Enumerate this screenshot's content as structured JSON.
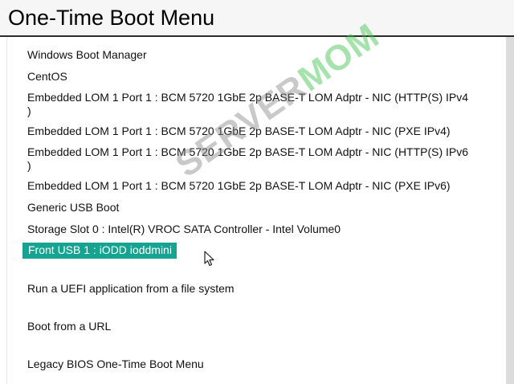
{
  "page": {
    "title": "One-Time Boot Menu"
  },
  "menu": {
    "items": [
      {
        "lines": [
          "Windows Boot Manager"
        ]
      },
      {
        "lines": [
          "CentOS"
        ]
      },
      {
        "lines": [
          "Embedded LOM 1 Port 1 : BCM 5720 1GbE 2p BASE-T LOM Adptr - NIC (HTTP(S) IPv4",
          ")"
        ]
      },
      {
        "lines": [
          "Embedded LOM 1 Port 1 : BCM 5720 1GbE 2p BASE-T LOM Adptr - NIC (PXE IPv4)"
        ]
      },
      {
        "lines": [
          "Embedded LOM 1 Port 1 : BCM 5720 1GbE 2p BASE-T LOM Adptr - NIC (HTTP(S) IPv6",
          ")"
        ]
      },
      {
        "lines": [
          "Embedded LOM 1 Port 1 : BCM 5720 1GbE 2p BASE-T LOM Adptr - NIC (PXE IPv6)"
        ]
      },
      {
        "lines": [
          "Generic USB Boot"
        ]
      },
      {
        "lines": [
          "Storage Slot 0 : Intel(R) VROC SATA Controller - Intel Volume0"
        ]
      },
      {
        "lines": [
          "Front USB 1 : iODD ioddmini"
        ],
        "selected": true
      },
      {
        "lines": [
          "Run a UEFI application from a file system"
        ]
      },
      {
        "lines": [
          "Boot from a URL"
        ]
      },
      {
        "lines": [
          "Legacy BIOS One-Time Boot Menu"
        ]
      }
    ]
  },
  "watermark": {
    "part1": "SERVER",
    "part2": "MOM"
  },
  "colors": {
    "selected_bg": "#17a392",
    "selected_text": "#ffffff",
    "text": "#111111",
    "watermark_green": "#3cc24a"
  },
  "icons": {
    "cursor": "mouse-pointer-icon"
  }
}
